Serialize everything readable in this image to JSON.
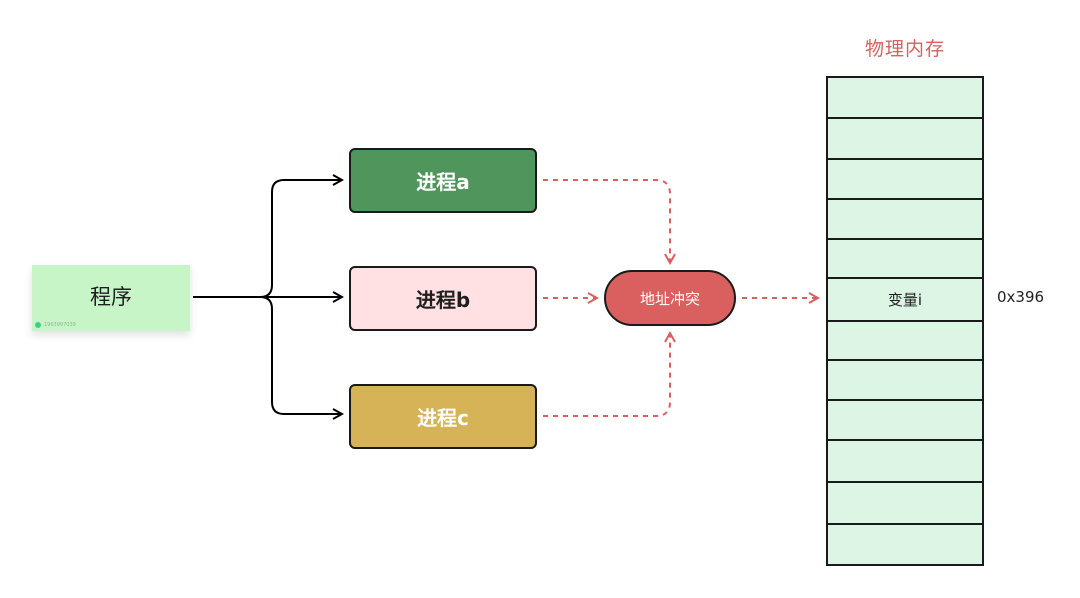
{
  "program": {
    "label": "程序",
    "tag": "1963997039"
  },
  "processes": [
    {
      "label": "进程a",
      "color": "#4f955c"
    },
    {
      "label": "进程b",
      "color": "#ffe0e3"
    },
    {
      "label": "进程c",
      "color": "#d6b356"
    }
  ],
  "conflict": {
    "label": "地址冲突",
    "color": "#d9605e"
  },
  "memory": {
    "title": "物理内存",
    "cells": [
      "",
      "",
      "",
      "",
      "",
      "变量i",
      "",
      "",
      "",
      "",
      "",
      ""
    ],
    "address": "0x396",
    "fill": "#dcf5e4"
  },
  "colors": {
    "arrow_solid": "#000000",
    "arrow_dashed": "#d9605e"
  }
}
